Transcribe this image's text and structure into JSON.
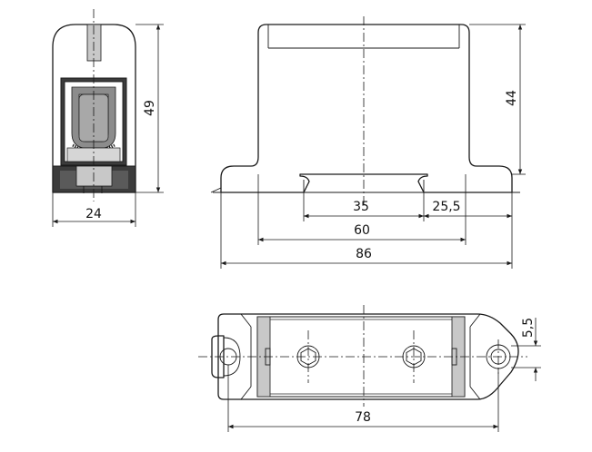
{
  "dimensions": {
    "side_height": "49",
    "side_width": "24",
    "front_height": "44",
    "inner_35": "35",
    "offset_25_5": "25,5",
    "width_60": "60",
    "width_86": "86",
    "top_hole_offset": "5,5",
    "top_length_78": "78"
  }
}
